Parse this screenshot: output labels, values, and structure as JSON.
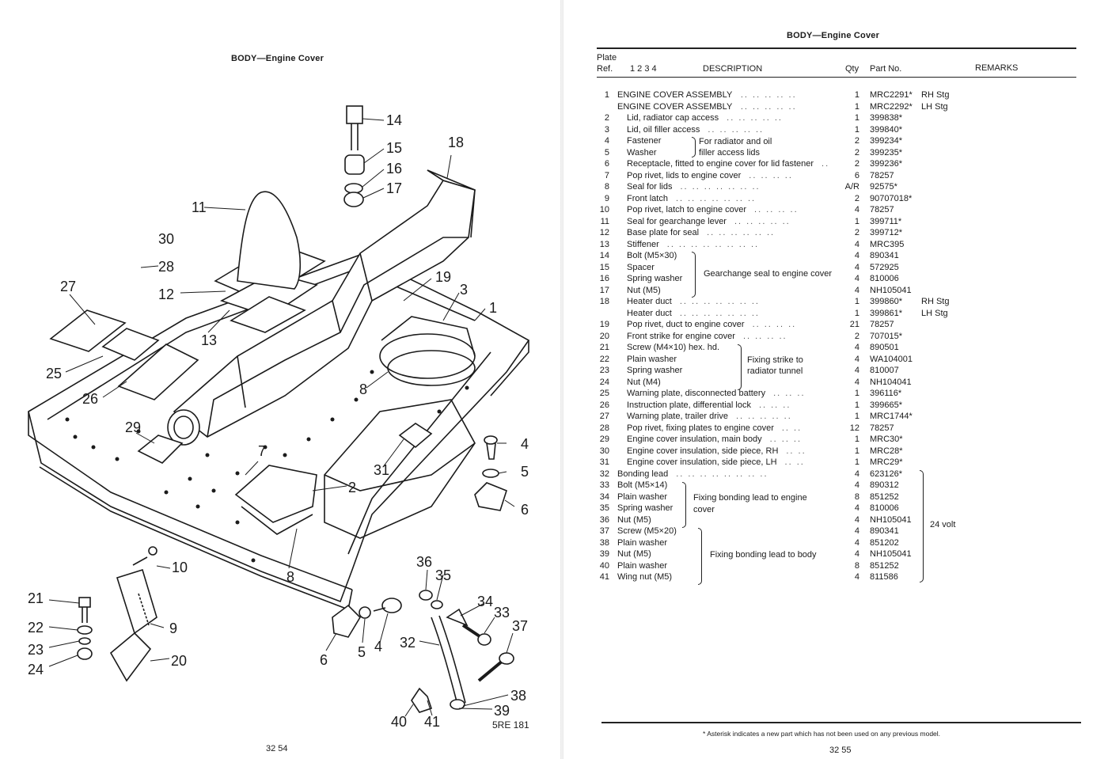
{
  "left_page": {
    "title": "BODY—Engine Cover",
    "page_number": "32 54",
    "drawing_code": "5RE 181",
    "callouts": [
      "1",
      "2",
      "3",
      "4",
      "4",
      "5",
      "5",
      "6",
      "6",
      "7",
      "8",
      "8",
      "9",
      "10",
      "11",
      "12",
      "13",
      "14",
      "15",
      "16",
      "17",
      "18",
      "19",
      "20",
      "21",
      "22",
      "23",
      "24",
      "25",
      "26",
      "27",
      "28",
      "29",
      "30",
      "31",
      "32",
      "33",
      "34",
      "35",
      "36",
      "37",
      "38",
      "39",
      "40",
      "41"
    ]
  },
  "right_page": {
    "title": "BODY—Engine Cover",
    "page_number": "32 55",
    "headers": {
      "plate": "Plate",
      "ref": "Ref.",
      "cols": "1 2 3 4",
      "description": "DESCRIPTION",
      "qty": "Qty",
      "part_no": "Part No.",
      "remarks": "REMARKS"
    },
    "parts": [
      {
        "ref": "1",
        "desc": "ENGINE COVER ASSEMBLY",
        "lead": "..   ..   ..   ..   ..",
        "qty": "1",
        "part": "MRC2291*",
        "rem": "RH Stg",
        "ind": false
      },
      {
        "ref": "",
        "desc": "ENGINE COVER ASSEMBLY",
        "lead": "..   ..   ..   ..   ..",
        "qty": "1",
        "part": "MRC2292*",
        "rem": "LH Stg",
        "ind": false
      },
      {
        "ref": "2",
        "desc": "Lid, radiator cap access",
        "lead": "..   ..   ..   ..   ..",
        "qty": "1",
        "part": "399838*",
        "rem": "",
        "ind": true
      },
      {
        "ref": "3",
        "desc": "Lid, oil filler access",
        "lead": "..   ..   ..   ..   ..",
        "qty": "1",
        "part": "399840*",
        "rem": "",
        "ind": true
      },
      {
        "ref": "4",
        "desc": "Fastener",
        "lead": "",
        "qty": "2",
        "part": "399234*",
        "rem": "",
        "ind": true
      },
      {
        "ref": "5",
        "desc": "Washer",
        "lead": "",
        "qty": "2",
        "part": "399235*",
        "rem": "",
        "ind": true
      },
      {
        "ref": "6",
        "desc": "Receptacle, fitted to engine cover for lid fastener",
        "lead": "..",
        "qty": "2",
        "part": "399236*",
        "rem": "",
        "ind": true
      },
      {
        "ref": "7",
        "desc": "Pop rivet, lids to engine cover",
        "lead": "..   ..   ..   ..",
        "qty": "6",
        "part": "78257",
        "rem": "",
        "ind": true
      },
      {
        "ref": "8",
        "desc": "Seal for lids",
        "lead": "..   ..   ..   ..   ..   ..   ..",
        "qty": "A/R",
        "part": "92575*",
        "rem": "",
        "ind": true
      },
      {
        "ref": "9",
        "desc": "Front latch",
        "lead": "..   ..   ..   ..   ..   ..   ..",
        "qty": "2",
        "part": "90707018*",
        "rem": "",
        "ind": true
      },
      {
        "ref": "10",
        "desc": "Pop rivet, latch to engine cover",
        "lead": "..   ..   ..   ..",
        "qty": "4",
        "part": "78257",
        "rem": "",
        "ind": true
      },
      {
        "ref": "11",
        "desc": "Seal for gearchange lever",
        "lead": "..   ..   ..   ..   ..",
        "qty": "1",
        "part": "399711*",
        "rem": "",
        "ind": true
      },
      {
        "ref": "12",
        "desc": "Base plate for seal",
        "lead": "..   ..   ..   ..   ..   ..",
        "qty": "2",
        "part": "399712*",
        "rem": "",
        "ind": true
      },
      {
        "ref": "13",
        "desc": "Stiffener",
        "lead": "..   ..   ..   ..   ..   ..   ..   ..",
        "qty": "4",
        "part": "MRC395",
        "rem": "",
        "ind": true
      },
      {
        "ref": "14",
        "desc": "Bolt (M5×30)",
        "lead": "",
        "qty": "4",
        "part": "890341",
        "rem": "",
        "ind": true
      },
      {
        "ref": "15",
        "desc": "Spacer",
        "lead": "",
        "qty": "4",
        "part": "572925",
        "rem": "",
        "ind": true
      },
      {
        "ref": "16",
        "desc": "Spring washer",
        "lead": "",
        "qty": "4",
        "part": "810006",
        "rem": "",
        "ind": true
      },
      {
        "ref": "17",
        "desc": "Nut (M5)",
        "lead": "",
        "qty": "4",
        "part": "NH105041",
        "rem": "",
        "ind": true
      },
      {
        "ref": "18",
        "desc": "Heater duct",
        "lead": "..   ..   ..   ..   ..   ..   ..",
        "qty": "1",
        "part": "399860*",
        "rem": "RH Stg",
        "ind": true
      },
      {
        "ref": "",
        "desc": "Heater duct",
        "lead": "..   ..   ..   ..   ..   ..   ..",
        "qty": "1",
        "part": "399861*",
        "rem": "LH Stg",
        "ind": true
      },
      {
        "ref": "19",
        "desc": "Pop rivet, duct to engine cover",
        "lead": "..   ..   ..   ..",
        "qty": "21",
        "part": "78257",
        "rem": "",
        "ind": true
      },
      {
        "ref": "20",
        "desc": "Front strike for engine cover",
        "lead": "..   ..   ..   ..",
        "qty": "2",
        "part": "707015*",
        "rem": "",
        "ind": true
      },
      {
        "ref": "21",
        "desc": "Screw (M4×10) hex. hd.",
        "lead": "",
        "qty": "4",
        "part": "890501",
        "rem": "",
        "ind": true
      },
      {
        "ref": "22",
        "desc": "Plain washer",
        "lead": "",
        "qty": "4",
        "part": "WA104001",
        "rem": "",
        "ind": true
      },
      {
        "ref": "23",
        "desc": "Spring washer",
        "lead": "",
        "qty": "4",
        "part": "810007",
        "rem": "",
        "ind": true
      },
      {
        "ref": "24",
        "desc": "Nut (M4)",
        "lead": "",
        "qty": "4",
        "part": "NH104041",
        "rem": "",
        "ind": true
      },
      {
        "ref": "25",
        "desc": "Warning plate, disconnected battery",
        "lead": "..   ..   ..",
        "qty": "1",
        "part": "396116*",
        "rem": "",
        "ind": true
      },
      {
        "ref": "26",
        "desc": "Instruction plate, differential lock",
        "lead": "..   ..   ..",
        "qty": "1",
        "part": "399665*",
        "rem": "",
        "ind": true
      },
      {
        "ref": "27",
        "desc": "Warning plate, trailer drive",
        "lead": "..   ..   ..   ..   ..",
        "qty": "1",
        "part": "MRC1744*",
        "rem": "",
        "ind": true
      },
      {
        "ref": "28",
        "desc": "Pop rivet, fixing plates to engine cover",
        "lead": "..   ..",
        "qty": "12",
        "part": "78257",
        "rem": "",
        "ind": true
      },
      {
        "ref": "29",
        "desc": "Engine cover insulation, main body",
        "lead": "..   ..   ..",
        "qty": "1",
        "part": "MRC30*",
        "rem": "",
        "ind": true
      },
      {
        "ref": "30",
        "desc": "Engine cover insulation, side piece, RH",
        "lead": "..   ..",
        "qty": "1",
        "part": "MRC28*",
        "rem": "",
        "ind": true
      },
      {
        "ref": "31",
        "desc": "Engine cover insulation, side piece, LH",
        "lead": "..   ..",
        "qty": "1",
        "part": "MRC29*",
        "rem": "",
        "ind": true
      },
      {
        "ref": "32",
        "desc": "Bonding lead",
        "lead": "..   ..   ..   ..   ..   ..   ..   ..",
        "qty": "4",
        "part": "623126*",
        "rem": "",
        "ind": false
      },
      {
        "ref": "33",
        "desc": "Bolt (M5×14)",
        "lead": "",
        "qty": "4",
        "part": "890312",
        "rem": "",
        "ind": false
      },
      {
        "ref": "34",
        "desc": "Plain washer",
        "lead": "",
        "qty": "8",
        "part": "851252",
        "rem": "",
        "ind": false
      },
      {
        "ref": "35",
        "desc": "Spring washer",
        "lead": "",
        "qty": "4",
        "part": "810006",
        "rem": "",
        "ind": false
      },
      {
        "ref": "36",
        "desc": "Nut (M5)",
        "lead": "",
        "qty": "4",
        "part": "NH105041",
        "rem": "",
        "ind": false
      },
      {
        "ref": "37",
        "desc": "Screw (M5×20)",
        "lead": "",
        "qty": "4",
        "part": "890341",
        "rem": "",
        "ind": false
      },
      {
        "ref": "38",
        "desc": "Plain washer",
        "lead": "",
        "qty": "4",
        "part": "851202",
        "rem": "",
        "ind": false
      },
      {
        "ref": "39",
        "desc": "Nut (M5)",
        "lead": "",
        "qty": "4",
        "part": "NH105041",
        "rem": "",
        "ind": false
      },
      {
        "ref": "40",
        "desc": "Plain washer",
        "lead": "",
        "qty": "8",
        "part": "851252",
        "rem": "",
        "ind": false
      },
      {
        "ref": "41",
        "desc": "Wing nut (M5)",
        "lead": "",
        "qty": "4",
        "part": "811586",
        "rem": "",
        "ind": false
      }
    ],
    "group_notes": {
      "fastener_washer_1": "For radiator and oil",
      "fastener_washer_2": "filler access lids",
      "gearchange": "Gearchange seal to engine cover",
      "strike_1": "Fixing strike to",
      "strike_2": "radiator tunnel",
      "bonding_engine_1": "Fixing bonding lead to engine",
      "bonding_engine_2": "cover",
      "bonding_body": "Fixing bonding lead to body",
      "voltage": "24 volt"
    },
    "footnote": "* Asterisk indicates a new part which has not been used on any previous model."
  }
}
